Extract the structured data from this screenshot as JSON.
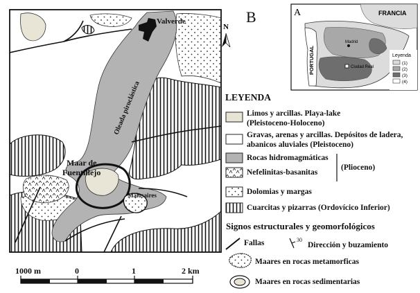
{
  "panel_b_letter": "B",
  "panel_a_letter": "A",
  "north": "N",
  "places": {
    "valverde": "Valverde",
    "oleada": "Oleada piroclástica",
    "maar_line1": "Maar de",
    "maar_line2": "Fuentillejo",
    "malosaires": "Malosaires"
  },
  "inset": {
    "francia": "FRANCIA",
    "portugal": "PORTUGAL",
    "madrid": "Madrid",
    "ciudad_real": "Ciudad Real",
    "legend_title": "Leyenda",
    "legend_items": [
      "(1)",
      "(2)",
      "(3)",
      "(4)"
    ]
  },
  "legend": {
    "title": "LEYENDA",
    "limos_l1": "Limos y arcillas. Playa-lake",
    "limos_l2": "(Pleistoceno-Holoceno)",
    "gravas_l1": "Gravas, arenas y arcillas. Depósitos de ladera,",
    "gravas_l2": "abanicos aluviales (Pleistoceno)",
    "rocas": "Rocas hidromagmáticas",
    "nefelinitas": "Nefelinitas-basanitas",
    "plioceno": "(Plioceno)",
    "dolomias": "Dolomias y margas",
    "cuarcitas": "Cuarcitas y pizarras (Ordovícico Inferior)",
    "signos": "Signos estructurales y geomorfológicos",
    "fallas": "Fallas",
    "dip_value": "30",
    "direccion": "Dirección y buzamiento",
    "maares_meta": "Maares en rocas metamorficas",
    "maares_sed": "Maares en rocas sedimentarias"
  },
  "scale": {
    "label_1000": "1000 m",
    "label_0": "0",
    "label_1": "1",
    "label_2": "2 km"
  },
  "colors": {
    "limos": "#e8e4d6",
    "gravas": "#ffffff",
    "rocas": "#b3b3b3",
    "inset_1": "#dcdcdc",
    "inset_2": "#a8a8a8",
    "inset_3": "#6e6e6e",
    "inset_4": "#ffffff"
  }
}
